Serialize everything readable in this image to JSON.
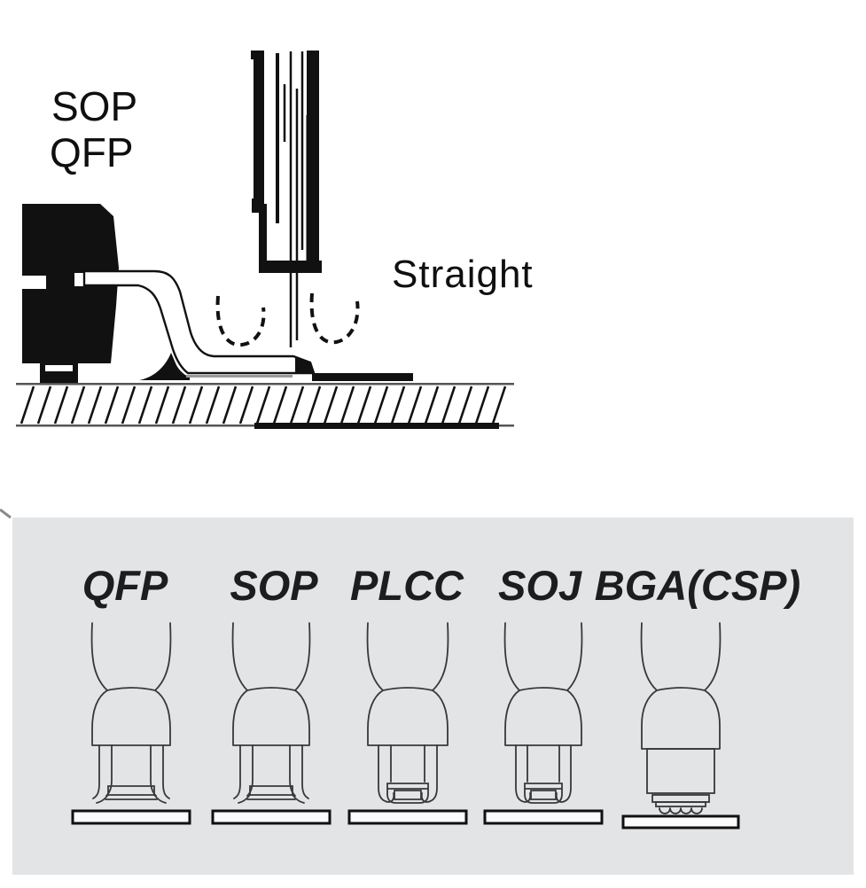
{
  "top_diagram": {
    "package_label_line1": "SOP",
    "package_label_line2": "QFP",
    "tip_label": "Straight"
  },
  "nozzle_panel": {
    "background_color": "#e3e4e6",
    "nozzles": [
      {
        "label": "QFP"
      },
      {
        "label": "SOP"
      },
      {
        "label": "PLCC"
      },
      {
        "label": "SOJ"
      },
      {
        "label": "BGA(CSP)"
      }
    ]
  }
}
